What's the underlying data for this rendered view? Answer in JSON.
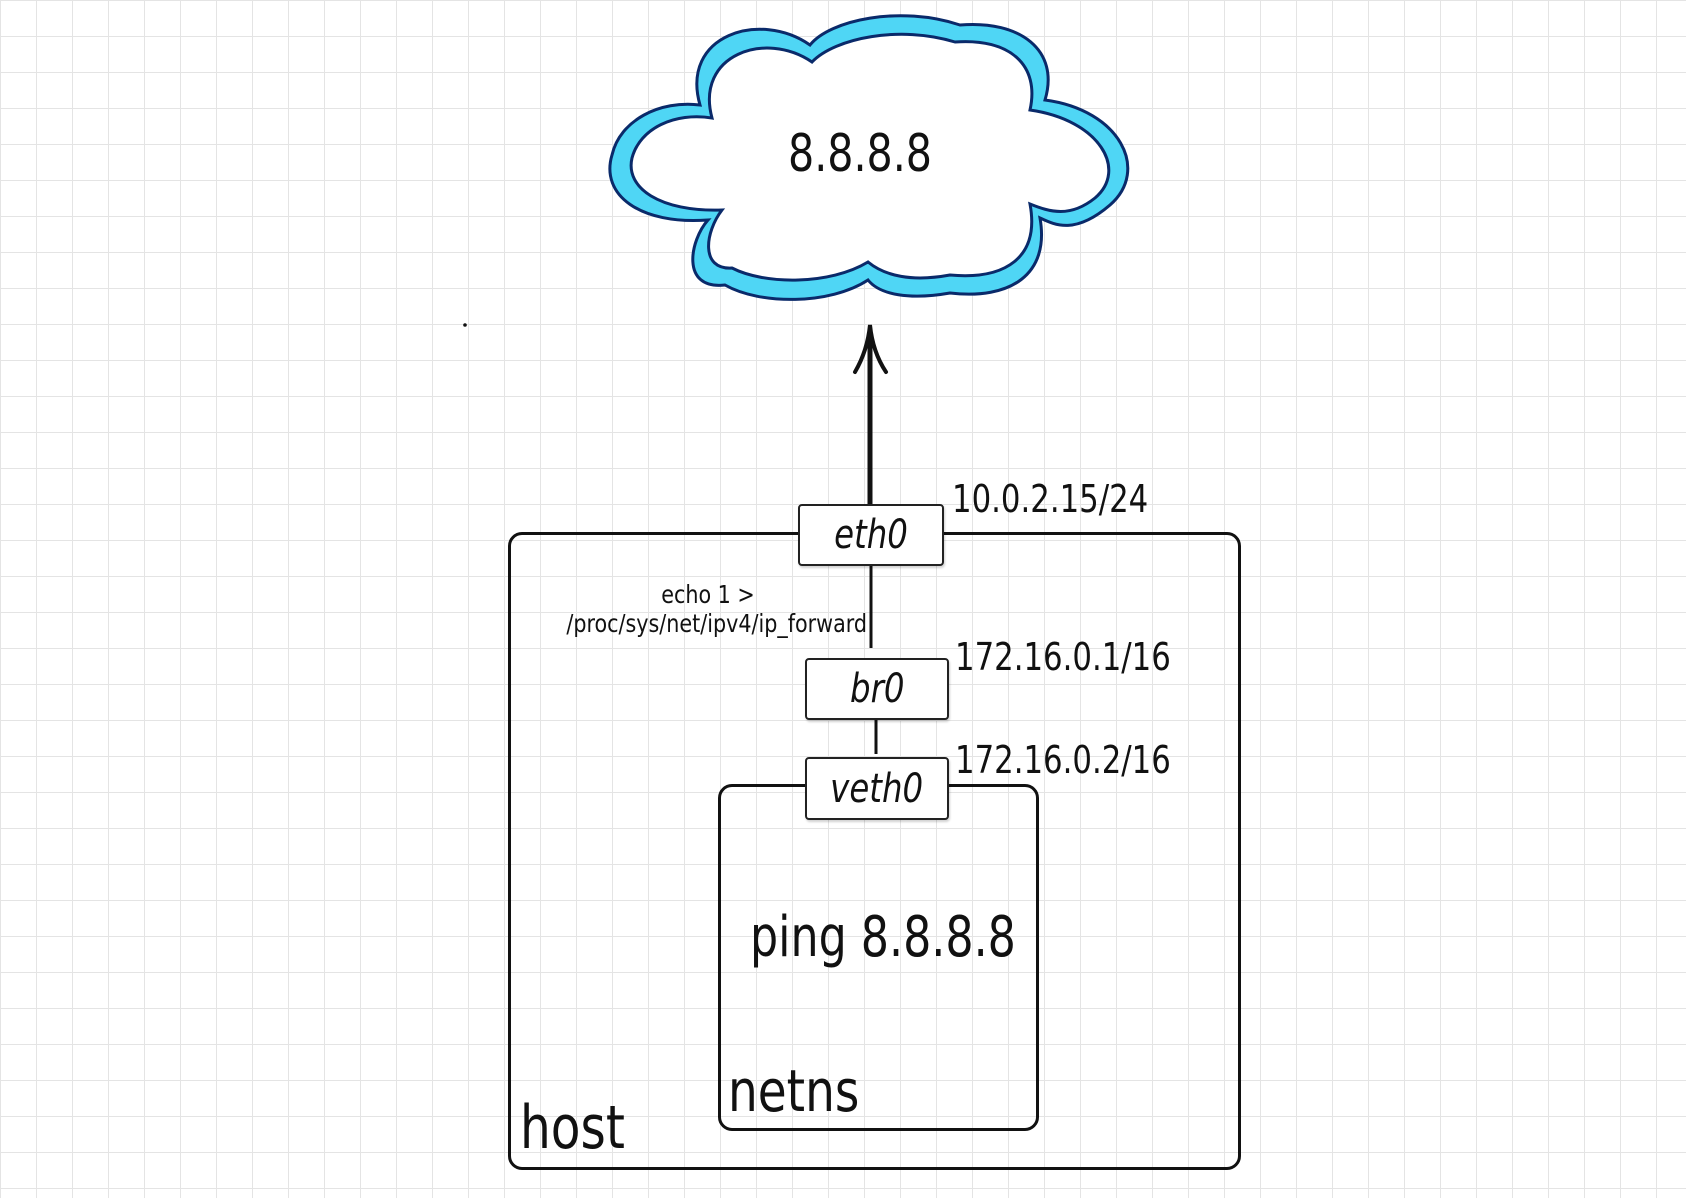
{
  "cloud": {
    "label": "8.8.8.8",
    "fill": "#4fd6f5",
    "stroke": "#0a2a6a"
  },
  "host": {
    "label": "host",
    "interfaces": {
      "eth0": {
        "name": "eth0",
        "ip": "10.0.2.15/24"
      },
      "br0": {
        "name": "br0",
        "ip": "172.16.0.1/16"
      }
    },
    "note": {
      "line1": "echo 1 >",
      "line2": "/proc/sys/net/ipv4/ip_forward"
    }
  },
  "netns": {
    "label": "netns",
    "command": "ping 8.8.8.8",
    "interfaces": {
      "veth0": {
        "name": "veth0",
        "ip": "172.16.0.2/16"
      }
    }
  }
}
